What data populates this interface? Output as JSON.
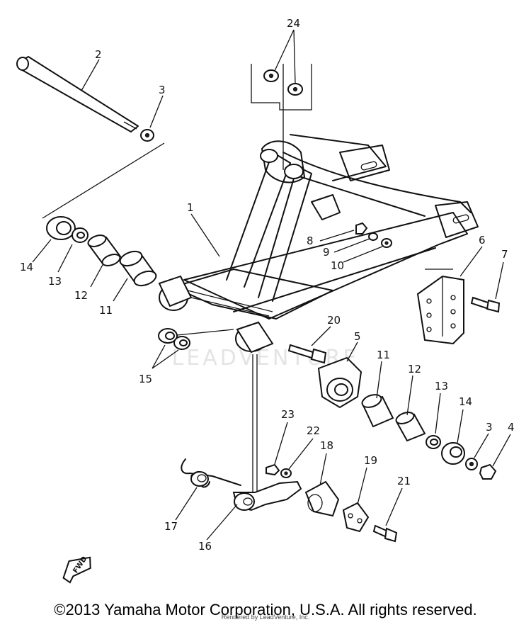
{
  "part_labels": {
    "p1": "1",
    "p2": "2",
    "p3a": "3",
    "p3b": "3",
    "p4": "4",
    "p5": "5",
    "p6": "6",
    "p7": "7",
    "p8": "8",
    "p9": "9",
    "p10": "10",
    "p11a": "11",
    "p11b": "11",
    "p12a": "12",
    "p12b": "12",
    "p13a": "13",
    "p13b": "13",
    "p14a": "14",
    "p14b": "14",
    "p15": "15",
    "p16": "16",
    "p17": "17",
    "p18": "18",
    "p19": "19",
    "p20": "20",
    "p21": "21",
    "p22": "22",
    "p23": "23",
    "p24": "24"
  },
  "fwd_label": "FWD",
  "watermark": "LEADVENTURE",
  "copyright": "©2013 Yamaha Motor Corporation, U.S.A. All rights reserved.",
  "credit": "Rendered by LeadVenture, Inc."
}
